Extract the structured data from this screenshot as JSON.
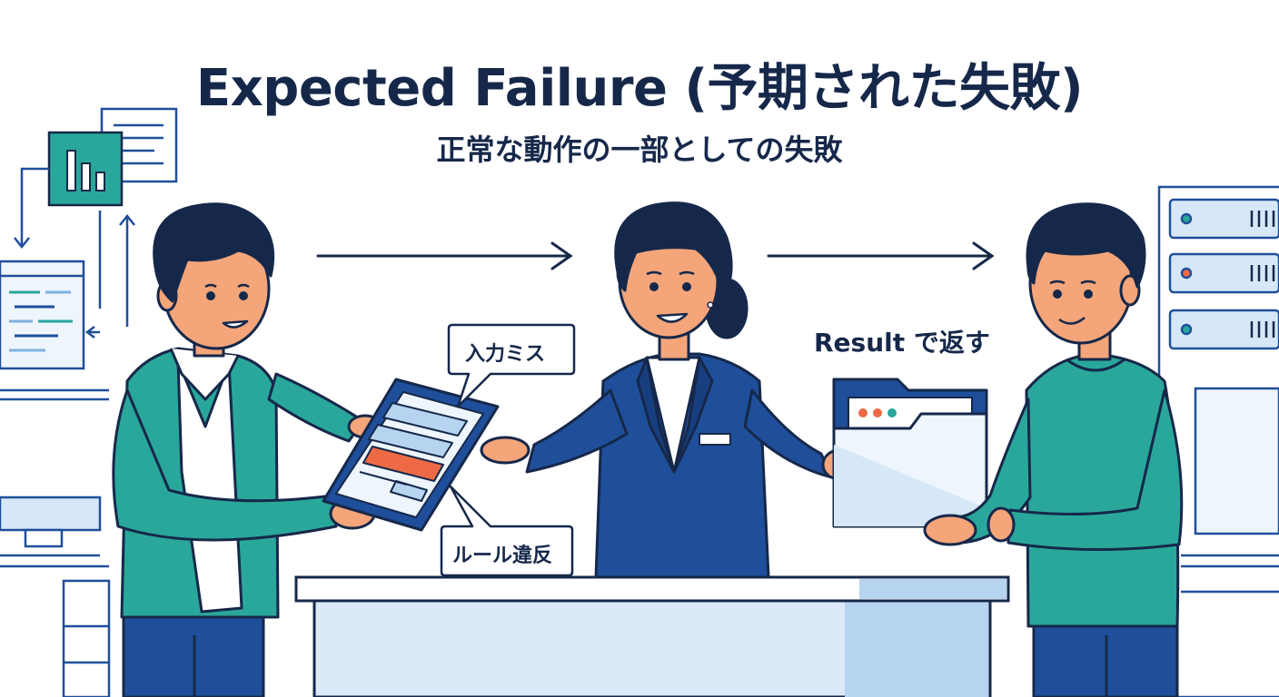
{
  "title": "Expected Failure (予期された失敗)",
  "subtitle": "正常な動作の一部としての失敗",
  "callouts": {
    "input_error": "入力ミス",
    "rule_violation": "ルール違反",
    "result_return": "Result で返す"
  },
  "colors": {
    "navy": "#16284a",
    "teal": "#2aa79b",
    "blue": "#1f4f9a",
    "light_blue": "#d6e8f7",
    "orange": "#ee6a44",
    "skin": "#f4a57a"
  }
}
